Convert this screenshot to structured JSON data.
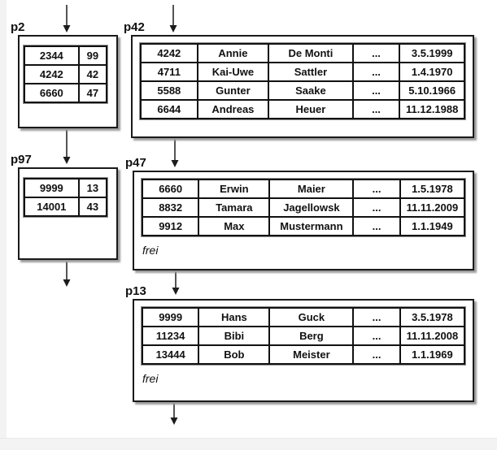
{
  "pages": {
    "p2": {
      "label": "p2",
      "type": "index-page",
      "rows": [
        [
          "2344",
          "99"
        ],
        [
          "4242",
          "42"
        ],
        [
          "6660",
          "47"
        ]
      ]
    },
    "p42": {
      "label": "p42",
      "type": "data-page",
      "rows": [
        [
          "4242",
          "Annie",
          "De Monti",
          "...",
          "3.5.1999"
        ],
        [
          "4711",
          "Kai-Uwe",
          "Sattler",
          "...",
          "1.4.1970"
        ],
        [
          "5588",
          "Gunter",
          "Saake",
          "...",
          "5.10.1966"
        ],
        [
          "6644",
          "Andreas",
          "Heuer",
          "...",
          "11.12.1988"
        ]
      ]
    },
    "p97": {
      "label": "p97",
      "type": "index-page",
      "rows": [
        [
          "9999",
          "13"
        ],
        [
          "14001",
          "43"
        ]
      ]
    },
    "p47": {
      "label": "p47",
      "type": "data-page",
      "free_label": "frei",
      "rows": [
        [
          "6660",
          "Erwin",
          "Maier",
          "...",
          "1.5.1978"
        ],
        [
          "8832",
          "Tamara",
          "Jagellowsk",
          "...",
          "11.11.2009"
        ],
        [
          "9912",
          "Max",
          "Mustermann",
          "...",
          "1.1.1949"
        ]
      ]
    },
    "p13": {
      "label": "p13",
      "type": "data-page",
      "free_label": "frei",
      "rows": [
        [
          "9999",
          "Hans",
          "Guck",
          "...",
          "3.5.1978"
        ],
        [
          "11234",
          "Bibi",
          "Berg",
          "...",
          "11.11.2008"
        ],
        [
          "13444",
          "Bob",
          "Meister",
          "...",
          "1.1.1969"
        ]
      ]
    }
  },
  "edges": [
    {
      "from": "external-top-left",
      "to": "p2"
    },
    {
      "from": "external-top-right",
      "to": "p42"
    },
    {
      "from": "p2",
      "to": "p97"
    },
    {
      "from": "p42",
      "to": "p47"
    },
    {
      "from": "p97",
      "to": "external-bottom"
    },
    {
      "from": "p47",
      "to": "p13"
    },
    {
      "from": "p13",
      "to": "external-bottom"
    }
  ],
  "colors": {
    "box_border": "#1a1a1a",
    "table_frame": "#8f8f8f",
    "cell_border": "#111111",
    "shadow": "#9b9b9b",
    "arrow": "#1c1c1c",
    "background": "#ffffff",
    "edge_strip": "#f3f3f3"
  }
}
